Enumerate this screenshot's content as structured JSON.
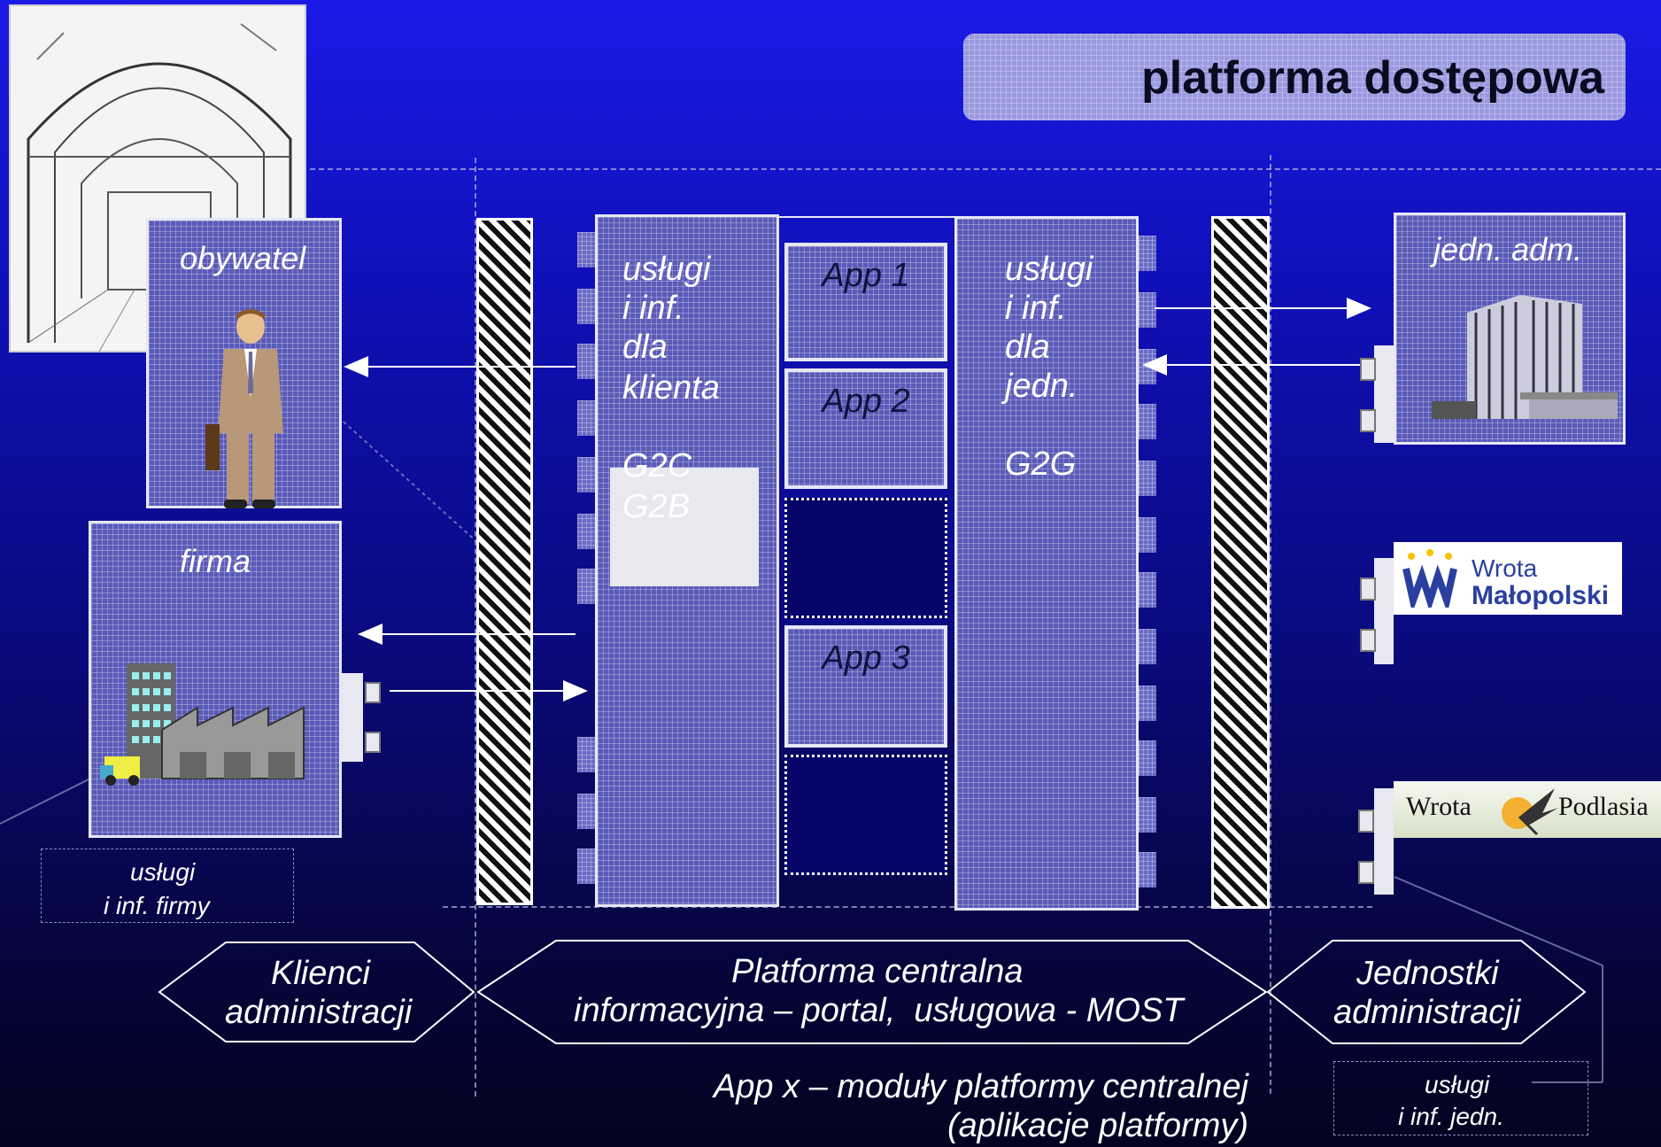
{
  "title": "platforma dostępowa",
  "clients": {
    "citizen": "obywatel",
    "company": "firma",
    "company_services": [
      "usługi",
      "i inf. firmy"
    ]
  },
  "platform": {
    "client_services": [
      "usługi",
      "i inf.",
      "dla",
      "klienta"
    ],
    "client_codes": [
      "G2C",
      "G2B"
    ],
    "unit_services": [
      "usługi",
      "i inf.",
      "dla",
      "jedn."
    ],
    "unit_code": "G2G",
    "apps": [
      "App 1",
      "App 2",
      "App 3"
    ]
  },
  "units": {
    "admin_unit": "jedn. adm.",
    "logo_malopolska": [
      "Wrota",
      "Małopolski"
    ],
    "logo_podlasie": [
      "Wrota",
      "Podlasia"
    ],
    "unit_services": [
      "usługi",
      "i inf. jedn."
    ]
  },
  "labels": {
    "clients": [
      "Klienci",
      "administracji"
    ],
    "platform": [
      "Platforma centralna",
      "informacyjna – portal,  usługowa - MOST"
    ],
    "units": [
      "Jednostki",
      "administracji"
    ],
    "footnote": [
      "App x – moduły platformy centralnej",
      "(aplikacje platformy)"
    ]
  },
  "colors": {
    "background_top": "#1a1ae6",
    "background_bottom": "#030320",
    "panel": "#5a5ab8",
    "title_box": "#9a9ae0"
  }
}
